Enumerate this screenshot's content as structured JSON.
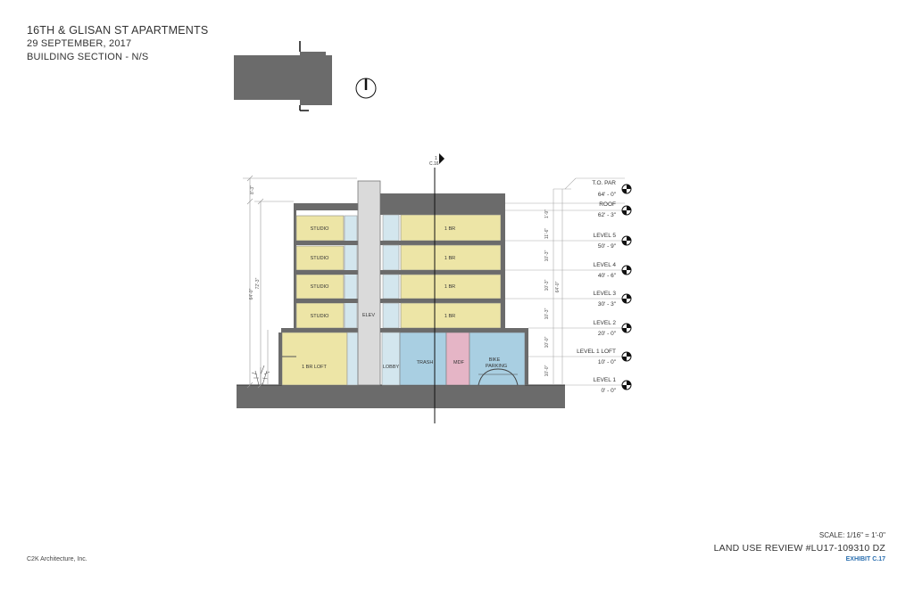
{
  "header": {
    "title": "16TH & GLISAN ST APARTMENTS",
    "date": "29 SEPTEMBER, 2017",
    "subtitle": "BUILDING SECTION - N/S"
  },
  "section_marker": {
    "number": "1",
    "sheet": "C.16"
  },
  "rooms": {
    "studio": "STUDIO",
    "one_br": "1 BR",
    "one_br_loft": "1 BR LOFT",
    "elev": "ELEV",
    "lobby": "LOBBY",
    "trash": "TRASH",
    "mdf": "MDF",
    "bike": "BIKE",
    "parking": "PARKING"
  },
  "levels": [
    {
      "name": "T.O. PAR",
      "elev": "64' - 0\""
    },
    {
      "name": "ROOF",
      "elev": "62' - 3\""
    },
    {
      "name": "LEVEL 5",
      "elev": "50' - 9\""
    },
    {
      "name": "LEVEL 4",
      "elev": "40' - 6\""
    },
    {
      "name": "LEVEL 3",
      "elev": "30' - 3\""
    },
    {
      "name": "LEVEL 2",
      "elev": "20' - 0\""
    },
    {
      "name": "LEVEL 1 LOFT",
      "elev": "10' - 0\""
    },
    {
      "name": "LEVEL 1",
      "elev": "0' - 0\""
    }
  ],
  "dimensions": {
    "right_chain": [
      "1'-9\"",
      "11'-6\"",
      "10'-3\"",
      "10'-3\"",
      "10'-3\"",
      "10'-0\"",
      "10'-0\""
    ],
    "right_total": "64'-0\"",
    "left_top": "8'-3\"",
    "left_a": "72'-3\"",
    "left_b": "64'-0\""
  },
  "footer": {
    "firm": "C2K Architecture, Inc.",
    "scale": "SCALE: 1/16\" = 1'-0\"",
    "review": "LAND USE REVIEW #LU17-109310 DZ",
    "exhibit": "EXHIBIT C.17"
  },
  "colors": {
    "unit_yellow": "#ede5a6",
    "circulation_blue": "#d3e6ee",
    "service_blue": "#a9cfe2",
    "mdf_pink": "#e5b5c6",
    "structure_gray": "#6b6b6b",
    "core_gray": "#dadada"
  }
}
